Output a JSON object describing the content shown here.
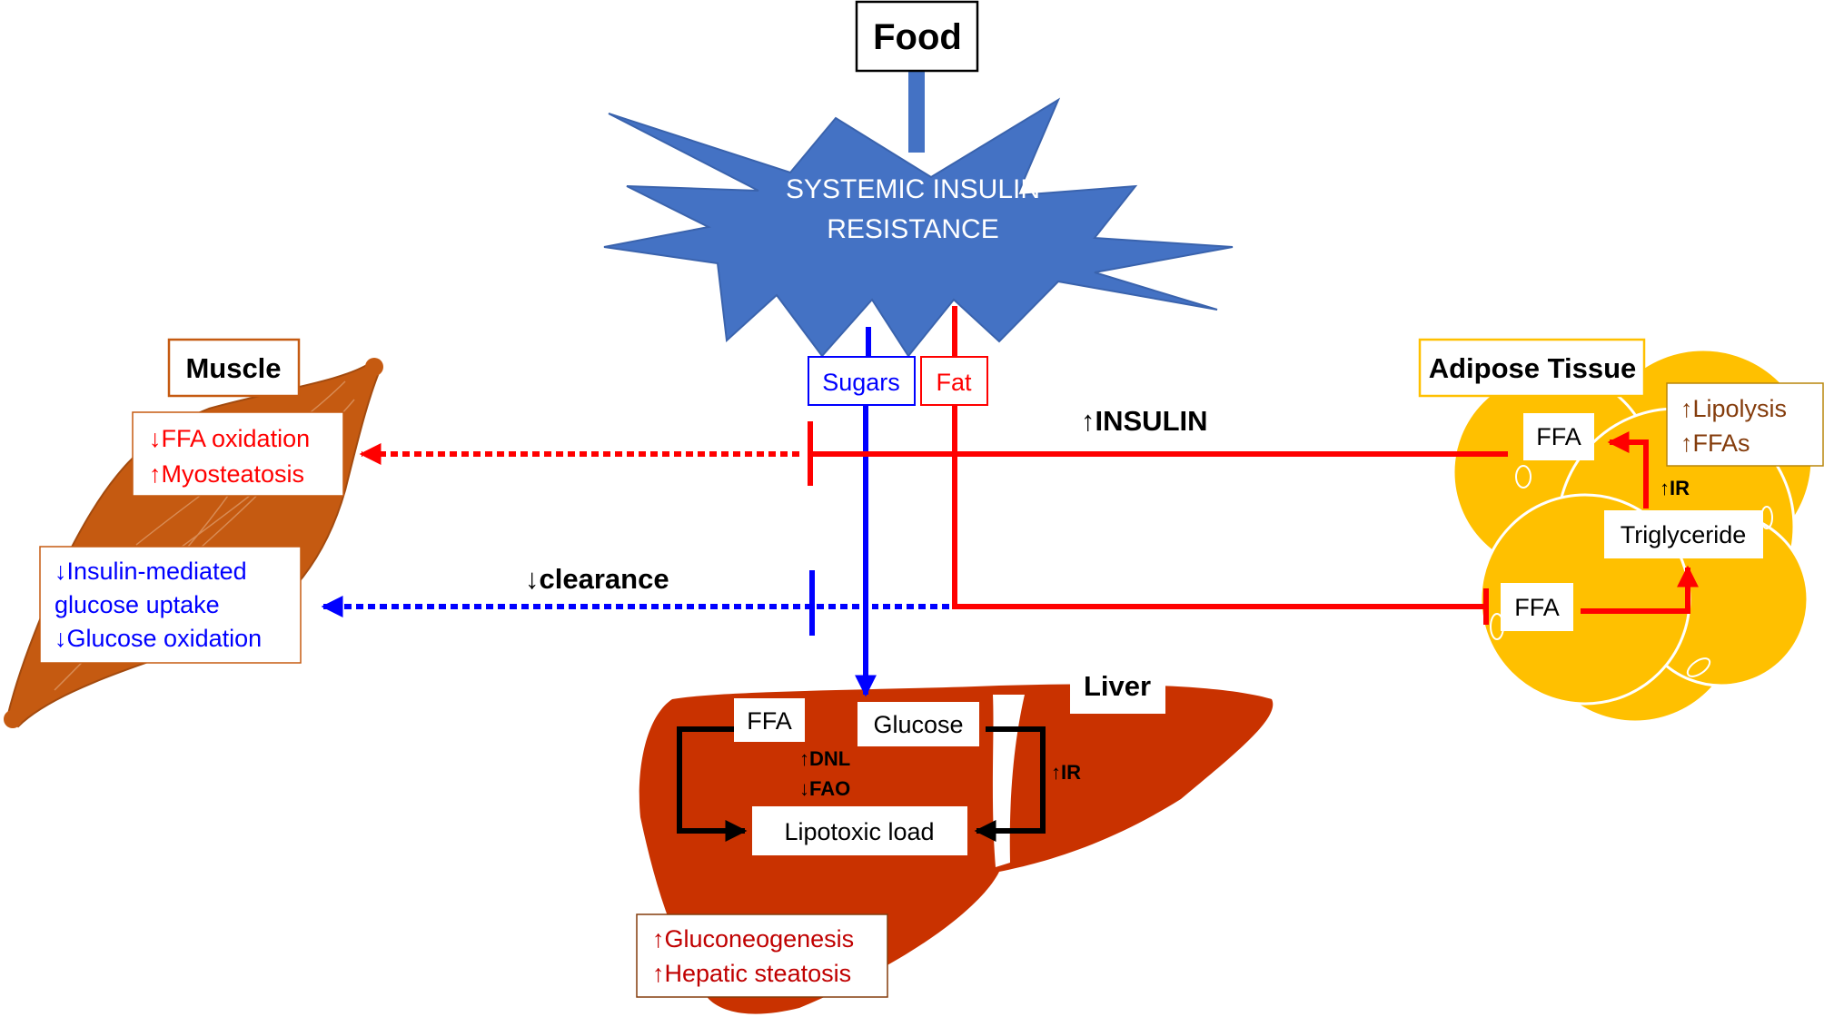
{
  "food": "Food",
  "systemic": {
    "line1": "SYSTEMIC INSULIN",
    "line2": "RESISTANCE"
  },
  "sugars": "Sugars",
  "fat": "Fat",
  "insulin": "↑INSULIN",
  "clearance": "↓clearance",
  "muscle": {
    "title": "Muscle",
    "ffa_oxidation": "↓FFA oxidation",
    "myosteatosis": "↑Myosteatosis",
    "insulin_uptake_1": "↓Insulin-mediated",
    "insulin_uptake_2": "glucose uptake",
    "glucose_oxidation": "↓Glucose oxidation"
  },
  "adipose": {
    "title": "Adipose Tissue",
    "ffa_top": "FFA",
    "ffa_bottom": "FFA",
    "triglyceride": "Triglyceride",
    "lipolysis": "↑Lipolysis",
    "ffas": "↑FFAs",
    "ir": "↑IR"
  },
  "liver": {
    "title": "Liver",
    "ffa": "FFA",
    "glucose": "Glucose",
    "dnl": "↑DNL",
    "fao": "↓FAO",
    "ir": "↑IR",
    "lipotoxic": "Lipotoxic load",
    "gluconeogenesis": "↑Gluconeogenesis",
    "steatosis": "↑Hepatic steatosis"
  },
  "colors": {
    "star": "#4472c4",
    "red": "#ff0000",
    "blue": "#0000ff",
    "muscle": "#c55a11",
    "liver": "#c00000",
    "liver_fill": "#c93200",
    "adipose": "#ffc000",
    "brown_text": "#843c0c"
  }
}
